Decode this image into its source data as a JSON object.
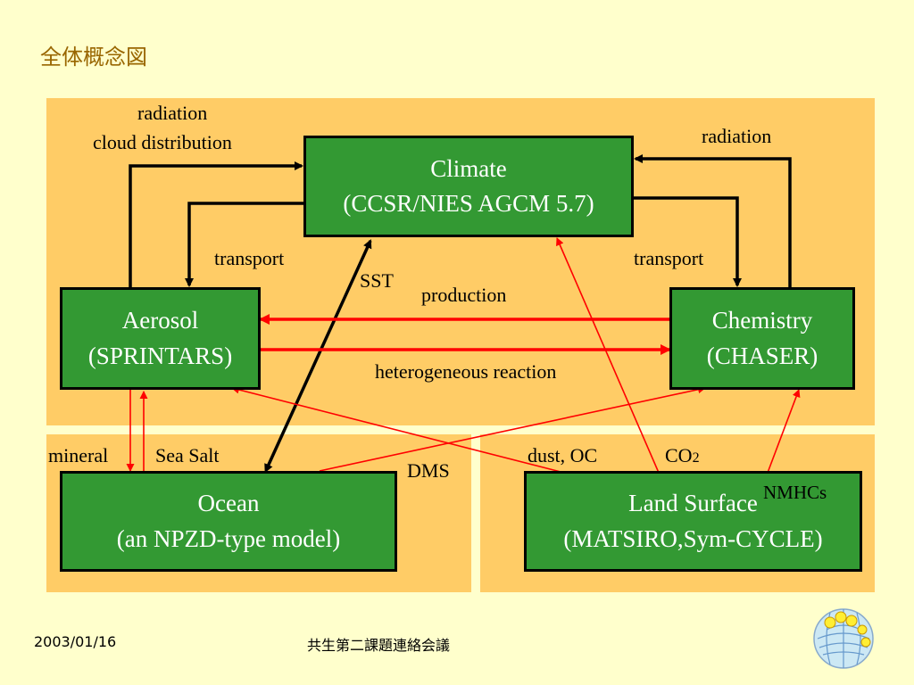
{
  "slide": {
    "title": "全体概念図",
    "footer_date": "2003/01/16",
    "footer_center": "共生第二課題連絡会議"
  },
  "boxes": {
    "climate": {
      "line1": "Climate",
      "line2": "(CCSR/NIES AGCM 5.7)"
    },
    "aerosol": {
      "line1": "Aerosol",
      "line2": "(SPRINTARS)"
    },
    "chemistry": {
      "line1": "Chemistry",
      "line2": "(CHASER)"
    },
    "ocean": {
      "line1": "Ocean",
      "line2": "(an NPZD-type model)"
    },
    "land": {
      "line1": "Land Surface",
      "line2": "(MATSIRO,Sym-CYCLE)"
    }
  },
  "labels": {
    "radiation_left": "radiation",
    "cloud_distribution": "cloud distribution",
    "radiation_right": "radiation",
    "transport_left": "transport",
    "transport_right": "transport",
    "sst": "SST",
    "production": "production",
    "heterogeneous_reaction": "heterogeneous reaction",
    "mineral": "mineral",
    "sea_salt": "Sea Salt",
    "dms": "DMS",
    "dust_oc": "dust, OC",
    "co2": "CO",
    "co2_sub": "2",
    "nmhcs": "NMHCs"
  },
  "colors": {
    "background": "#FFFFCC",
    "panel": "#FFCC66",
    "box_fill": "#339933",
    "box_text": "#FFFFFF",
    "title": "#996600",
    "red_arrow": "#FF0000",
    "black_arrow": "#000000"
  },
  "icons": {
    "logo": "globe-logo-icon"
  }
}
